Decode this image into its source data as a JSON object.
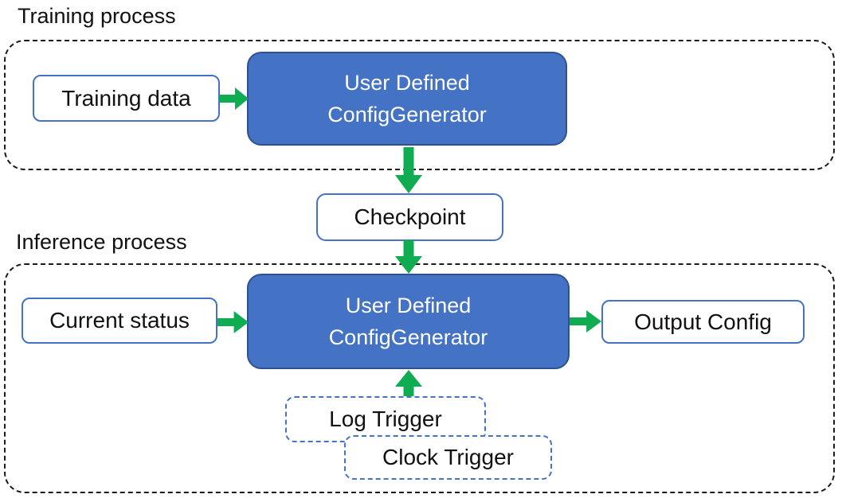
{
  "colors": {
    "generator_box_fill": "#4472C4",
    "generator_box_border": "#2F528F",
    "white_box_border": "#4472C4",
    "trigger_box_border": "#4472C4",
    "arrow_green": "#10AC52",
    "container_dash": "#1b1b1b",
    "text_dark": "#111111",
    "text_light": "#ffffff"
  },
  "training": {
    "label": "Training process",
    "input_box": "Training data",
    "generator_line1": "User Defined",
    "generator_line2": "ConfigGenerator"
  },
  "checkpoint": {
    "label": "Checkpoint"
  },
  "inference": {
    "label": "Inference process",
    "input_box": "Current status",
    "generator_line1": "User Defined",
    "generator_line2": "ConfigGenerator",
    "output_box": "Output Config",
    "log_trigger": "Log Trigger",
    "clock_trigger": "Clock Trigger"
  }
}
